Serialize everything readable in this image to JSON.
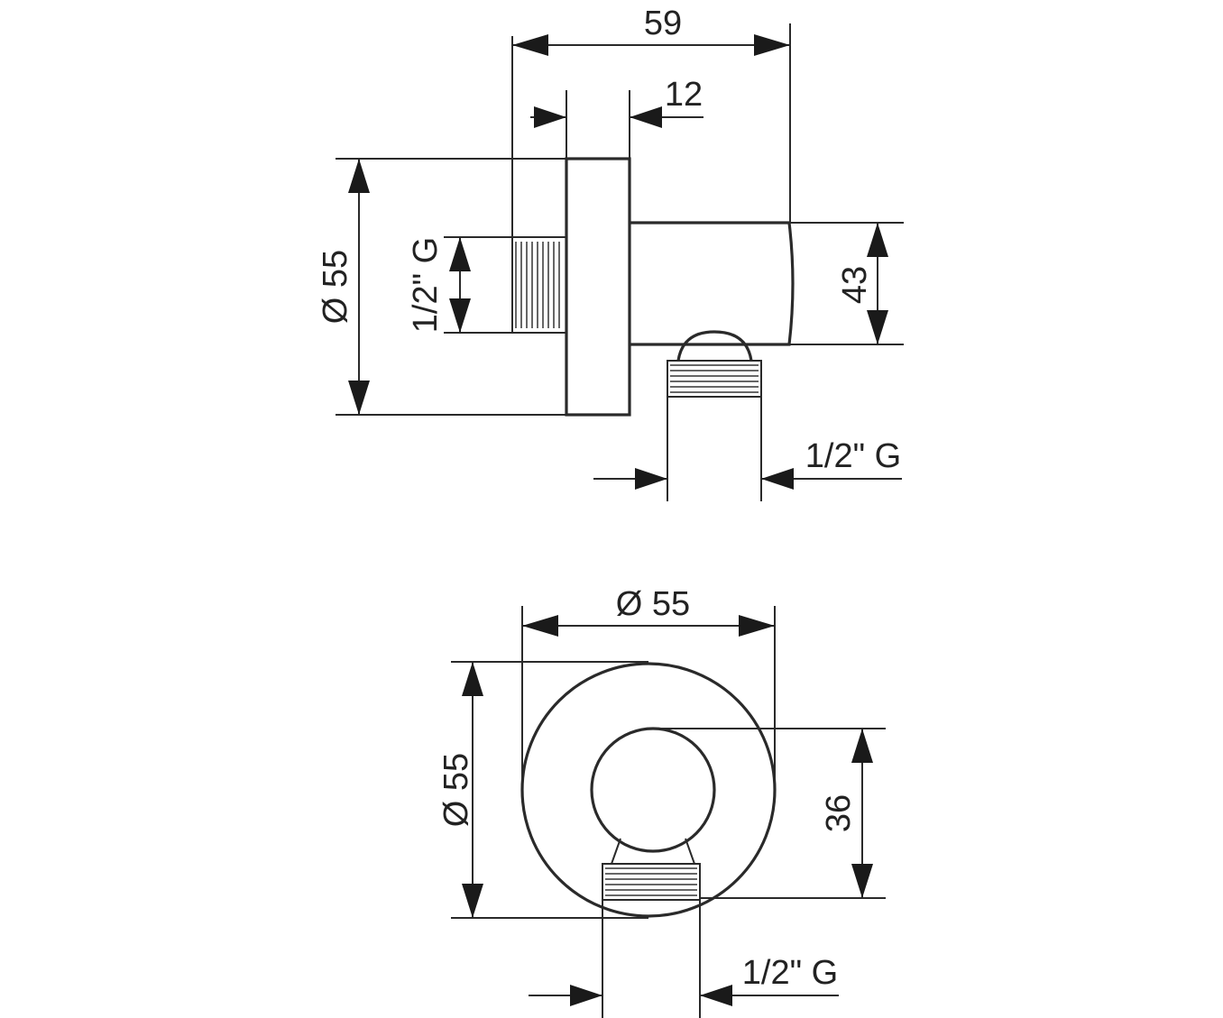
{
  "side_view": {
    "overall_length": "59",
    "flange_thickness": "12",
    "flange_diameter": "Ø 55",
    "inlet_thread": "1/2\" G",
    "body_height": "43",
    "outlet_thread": "1/2\" G"
  },
  "front_view": {
    "width_diameter": "Ø 55",
    "height_diameter": "Ø 55",
    "ring_height": "36",
    "outlet_thread": "1/2\" G"
  }
}
